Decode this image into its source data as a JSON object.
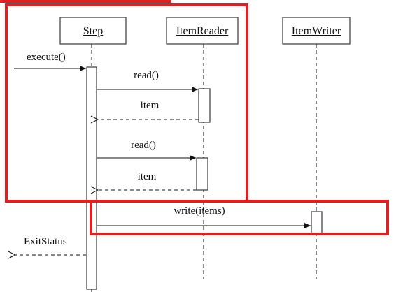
{
  "lifelines": [
    {
      "id": "step",
      "label": "Step"
    },
    {
      "id": "reader",
      "label": "ItemReader"
    },
    {
      "id": "writer",
      "label": "ItemWriter"
    }
  ],
  "messages": [
    {
      "id": "execute",
      "label": "execute()",
      "kind": "call"
    },
    {
      "id": "read1",
      "label": "read()",
      "kind": "call"
    },
    {
      "id": "item1",
      "label": "item",
      "kind": "return"
    },
    {
      "id": "read2",
      "label": "read()",
      "kind": "call"
    },
    {
      "id": "item2",
      "label": "item",
      "kind": "return"
    },
    {
      "id": "write",
      "label": "write(items)",
      "kind": "call"
    },
    {
      "id": "exit",
      "label": "ExitStatus",
      "kind": "return"
    }
  ],
  "highlights": [
    {
      "id": "read-group",
      "color": "#e02020"
    },
    {
      "id": "write-group",
      "color": "#e02020"
    }
  ]
}
